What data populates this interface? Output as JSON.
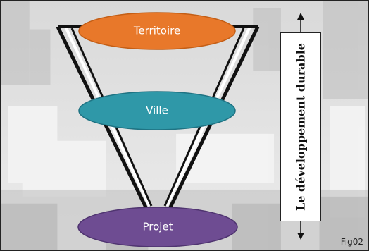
{
  "nodes": {
    "territoire": {
      "label": "Territoire",
      "color": "#e8782a"
    },
    "ville": {
      "label": "Ville",
      "color": "#2f98a8"
    },
    "projet": {
      "label": "Projet",
      "color": "#6e4c92"
    }
  },
  "side_label": "Le développement  durable",
  "figure_label": "Fig02"
}
